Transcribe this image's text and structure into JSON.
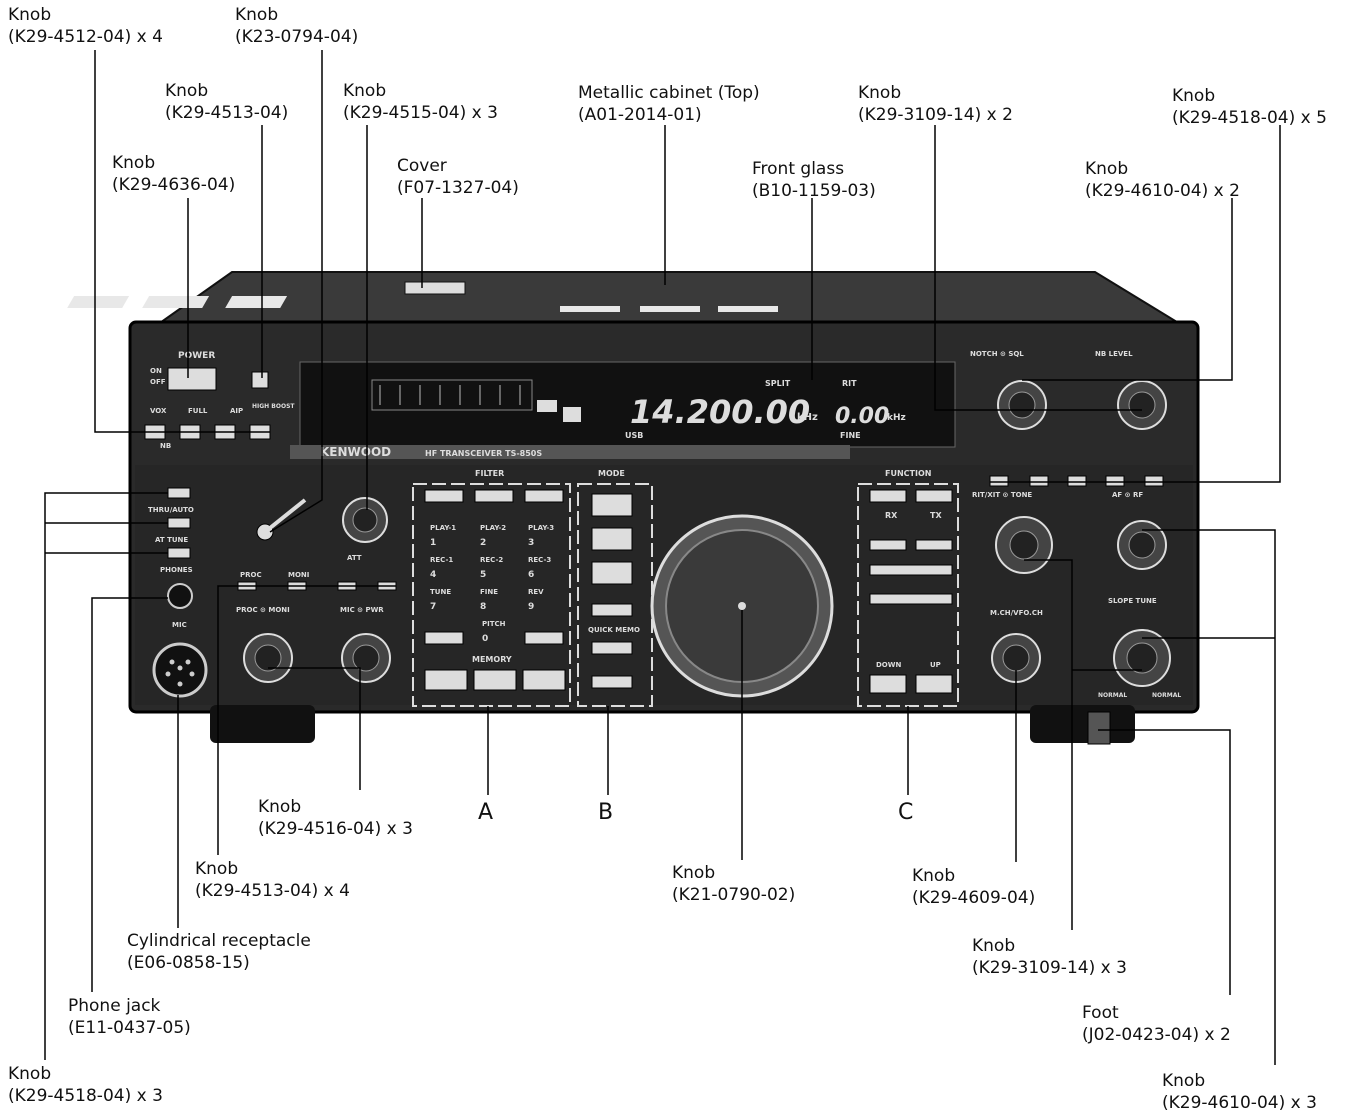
{
  "callouts": {
    "knob_k29_4512": {
      "title": "Knob",
      "part": "(K29-4512-04) x 4"
    },
    "knob_k23_0794": {
      "title": "Knob",
      "part": "(K23-0794-04)"
    },
    "knob_k29_4513_top": {
      "title": "Knob",
      "part": "(K29-4513-04)"
    },
    "knob_k29_4636": {
      "title": "Knob",
      "part": "(K29-4636-04)"
    },
    "knob_k29_4515": {
      "title": "Knob",
      "part": "(K29-4515-04) x 3"
    },
    "cover": {
      "title": "Cover",
      "part": "(F07-1327-04)"
    },
    "cabinet": {
      "title": "Metallic cabinet (Top)",
      "part": "(A01-2014-01)"
    },
    "front_glass": {
      "title": "Front glass",
      "part": "(B10-1159-03)"
    },
    "knob_k29_3109_x2": {
      "title": "Knob",
      "part": "(K29-3109-14) x 2"
    },
    "knob_k29_4518_x5": {
      "title": "Knob",
      "part": "(K29-4518-04) x 5"
    },
    "knob_k29_4610_x2": {
      "title": "Knob",
      "part": "(K29-4610-04) x 2"
    },
    "knob_k29_4516": {
      "title": "Knob",
      "part": "(K29-4516-04) x 3"
    },
    "knob_k29_4513_x4": {
      "title": "Knob",
      "part": "(K29-4513-04) x 4"
    },
    "cyl_receptacle": {
      "title": "Cylindrical receptacle",
      "part": "(E06-0858-15)"
    },
    "phone_jack": {
      "title": "Phone jack",
      "part": "(E11-0437-05)"
    },
    "knob_k29_4518_x3": {
      "title": "Knob",
      "part": "(K29-4518-04) x 3"
    },
    "knob_k21_0790": {
      "title": "Knob",
      "part": "(K21-0790-02)"
    },
    "knob_k29_4609": {
      "title": "Knob",
      "part": "(K29-4609-04)"
    },
    "knob_k29_3109_x3": {
      "title": "Knob",
      "part": "(K29-3109-14) x 3"
    },
    "foot": {
      "title": "Foot",
      "part": "(J02-0423-04) x 2"
    },
    "knob_k29_4610_x3": {
      "title": "Knob",
      "part": "(K29-4610-04) x 3"
    }
  },
  "groups": {
    "a": "A",
    "b": "B",
    "c": "C"
  },
  "panel": {
    "brand": "KENWOOD",
    "model": "HF TRANSCEIVER TS-850S",
    "frequency": "14.200.00",
    "freq_unit": "kHz",
    "rit_value": "0.00",
    "rit_unit": "kHz",
    "mode_indicator": "USB",
    "split": "SPLIT",
    "rit": "RIT",
    "fine": "FINE",
    "power": "POWER",
    "on": "ON",
    "off": "OFF",
    "filter": "FILTER",
    "mode": "MODE",
    "function": "FUNCTION",
    "memory": "MEMORY",
    "phones": "PHONES",
    "mic": "MIC",
    "thru_auto": "THRU/AUTO",
    "at_tune": "AT TUNE",
    "proc": "PROC",
    "moni": "MONI",
    "proc_moni": "PROC ⊙ MONI",
    "mic_pwr": "MIC ⊙ PWR",
    "mch_vfo": "M.CH/VFO.CH",
    "rit_xit_tone": "RIT/XIT ⊙ TONE",
    "af_rf": "AF ⊙ RF",
    "slope_tune": "SLOPE TUNE",
    "notch_sql": "NOTCH ⊙ SQL",
    "nb_level": "NB LEVEL",
    "rx": "RX",
    "tx": "TX",
    "down": "DOWN",
    "up": "UP",
    "normal": "NORMAL",
    "quick_memo": "QUICK MEMO",
    "pitch": "PITCH",
    "play1": "PLAY-1",
    "play2": "PLAY-2",
    "play3": "PLAY-3",
    "rec1": "REC-1",
    "rec2": "REC-2",
    "rec3": "REC-3",
    "tune": "TUNE",
    "fine_key": "FINE",
    "rev": "REV",
    "key1": "1",
    "key2": "2",
    "key3": "3",
    "key4": "4",
    "key5": "5",
    "key6": "6",
    "key7": "7",
    "key8": "8",
    "key9": "9",
    "key0": "0",
    "vox": "VOX",
    "full": "FULL",
    "aip": "AIP",
    "high_boost": "HIGH BOOST",
    "nb": "NB",
    "att": "ATT"
  }
}
